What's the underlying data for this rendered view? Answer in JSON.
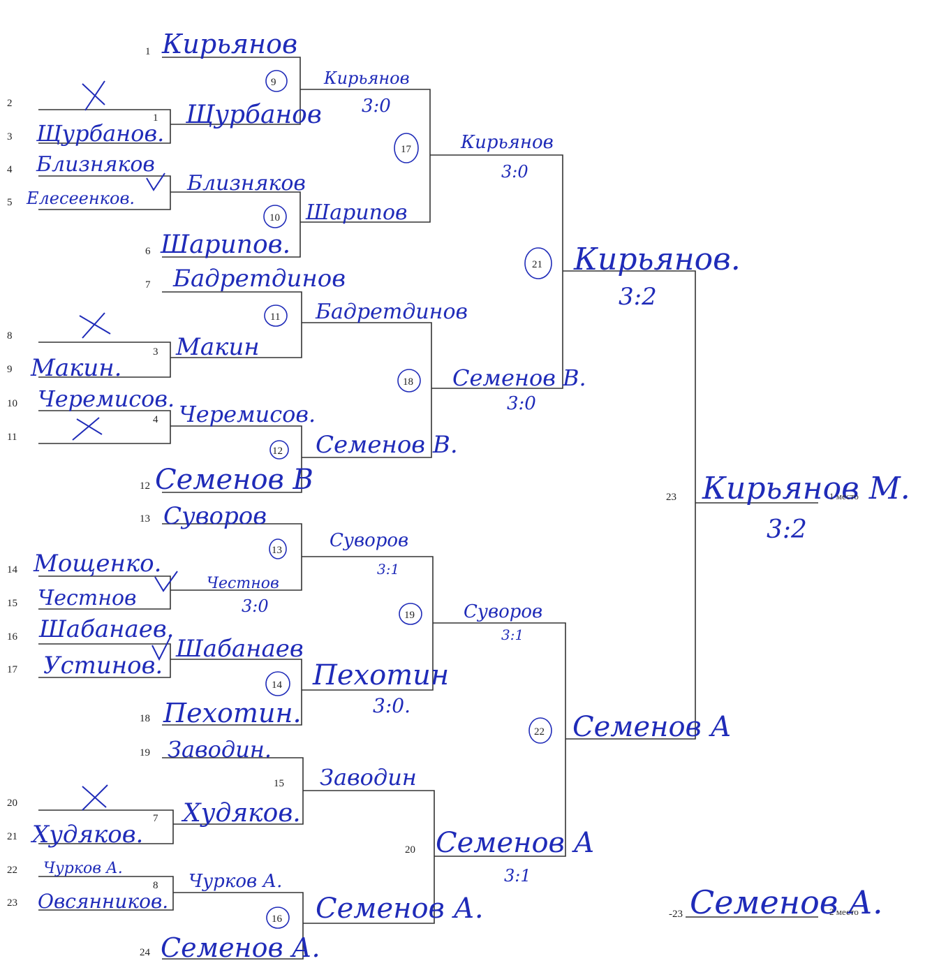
{
  "seeds": [
    "1",
    "2",
    "3",
    "4",
    "5",
    "6",
    "7",
    "8",
    "9",
    "10",
    "11",
    "12",
    "13",
    "14",
    "15",
    "16",
    "17",
    "18",
    "19",
    "20",
    "21",
    "22",
    "23",
    "24"
  ],
  "matches": {
    "m1": "1",
    "m3": "3",
    "m4": "4",
    "m7": "7",
    "m8": "8",
    "m9": "9",
    "m10": "10",
    "m11": "11",
    "m12": "12",
    "m13": "13",
    "m14": "14",
    "m15": "15",
    "m16": "16",
    "m17": "17",
    "m18": "18",
    "m19": "19",
    "m20": "20",
    "m21": "21",
    "m22": "22",
    "m23": "23",
    "m23b": "-23"
  },
  "places": {
    "first": "1 место",
    "second": "2 место"
  },
  "entrants": {
    "p1": "Кирьянов",
    "p3": "Щурбанов.",
    "p4": "Близняков",
    "p5": "Елесеенков.",
    "p6": "Шарипов.",
    "p7": "Бадретдинов",
    "p9": "Макин.",
    "p10": "Черемисов.",
    "p12": "Семенов В",
    "p13": "Суворов",
    "p14": "Мощенко.",
    "p15": "Честнов",
    "p16": "Шабанаев.",
    "p17": "Устинов.",
    "p18": "Пехотин.",
    "p19": "Заводин.",
    "p21": "Худяков.",
    "p22": "Чурков А.",
    "p23": "Овсянников.",
    "p24": "Семенов А."
  },
  "winners": {
    "w1": "Щурбанов",
    "w2": "Близняков",
    "w3": "Макин",
    "w4": "Черемисов.",
    "w6": "Шабанаев",
    "w7": "Худяков.",
    "w8": "Чурков А.",
    "w9": "Кирьянов",
    "w10": "Шарипов",
    "w11": "Бадретдинов",
    "w12": "Семенов В.",
    "w13": "Суворов",
    "w13b": "Честнов",
    "w14": "Пехотин",
    "w15": "Заводин",
    "w16": "Семенов А.",
    "w17": "Кирьянов",
    "w18": "Семенов В.",
    "w19": "Суворов",
    "w20": "Семенов А",
    "w21": "Кирьянов.",
    "w22": "Семенов А",
    "champion": "Кирьянов М.",
    "runner_up": "Семенов А."
  },
  "scores": {
    "s9": "3:0",
    "s17": "3:0",
    "s18": "3:0",
    "s21": "3:2",
    "s13": "3:1",
    "s19": "3:1",
    "s14v": "3:0",
    "s14": "3:0.",
    "s20": "3:1",
    "final": "3:2"
  },
  "colors": {
    "ink": "#1f2bb8",
    "rule": "#333333"
  }
}
